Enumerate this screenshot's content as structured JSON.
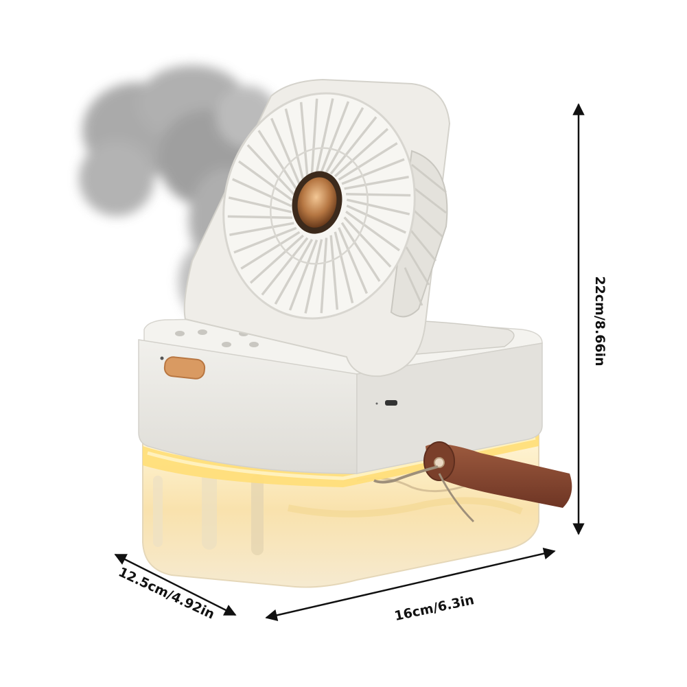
{
  "dimensions": {
    "height_label": "22cm/8.66in",
    "width_label": "16cm/6.3in",
    "depth_label": "12.5cm/4.92in"
  },
  "colors": {
    "body": "#ecebe7",
    "body_shadow": "#d8d6d0",
    "tank_glow": "#fbe6b0",
    "light_strip": "#ffd866",
    "strap": "#8a4a33",
    "accent_gold": "#d9955b",
    "mist": "#9a9a9a",
    "arrow": "#111111"
  }
}
